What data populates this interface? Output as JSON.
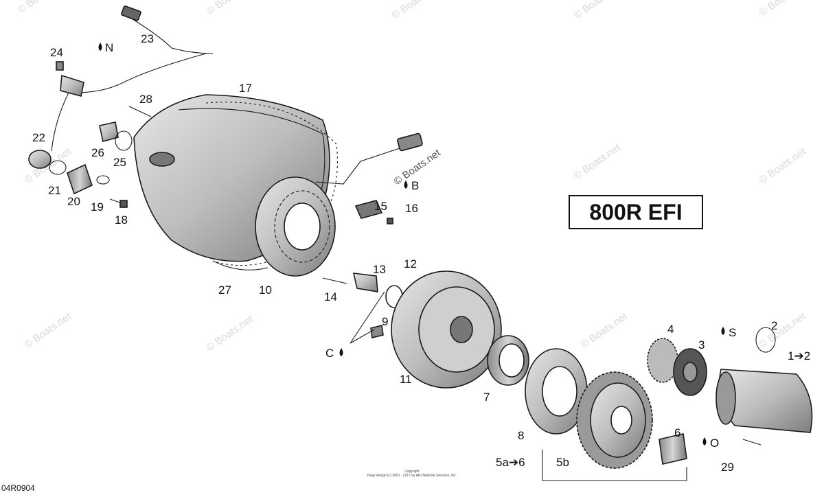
{
  "model_label": "800R EFI",
  "reference_code": "04R0904",
  "copyright_line1": "Copyright",
  "copyright_line2": "Page design (c) 2001 - 2017 by ARI Network Services, Inc.",
  "watermark_text": "© Boats.net",
  "callouts": {
    "n1": "1➔2",
    "n2": "2",
    "n3": "3",
    "n4": "4",
    "n5a": "5a➔6",
    "n5b": "5b",
    "n6": "6",
    "n7": "7",
    "n8": "8",
    "n9": "9",
    "n10": "10",
    "n11": "11",
    "n12": "12",
    "n13": "13",
    "n14": "14",
    "n15": "15",
    "n16": "16",
    "n17": "17",
    "n18": "18",
    "n19": "19",
    "n20": "20",
    "n21": "21",
    "n22": "22",
    "n23": "23",
    "n24": "24",
    "n25": "25",
    "n26": "26",
    "n27": "27",
    "n28": "28",
    "n29": "29"
  },
  "lubricant_marks": {
    "N": "N",
    "B": "B",
    "C": "C",
    "S": "S",
    "O": "O"
  },
  "colors": {
    "part_fill": "#bdbdbd",
    "part_dark": "#6e6e6e",
    "outline": "#1a1a1a"
  }
}
